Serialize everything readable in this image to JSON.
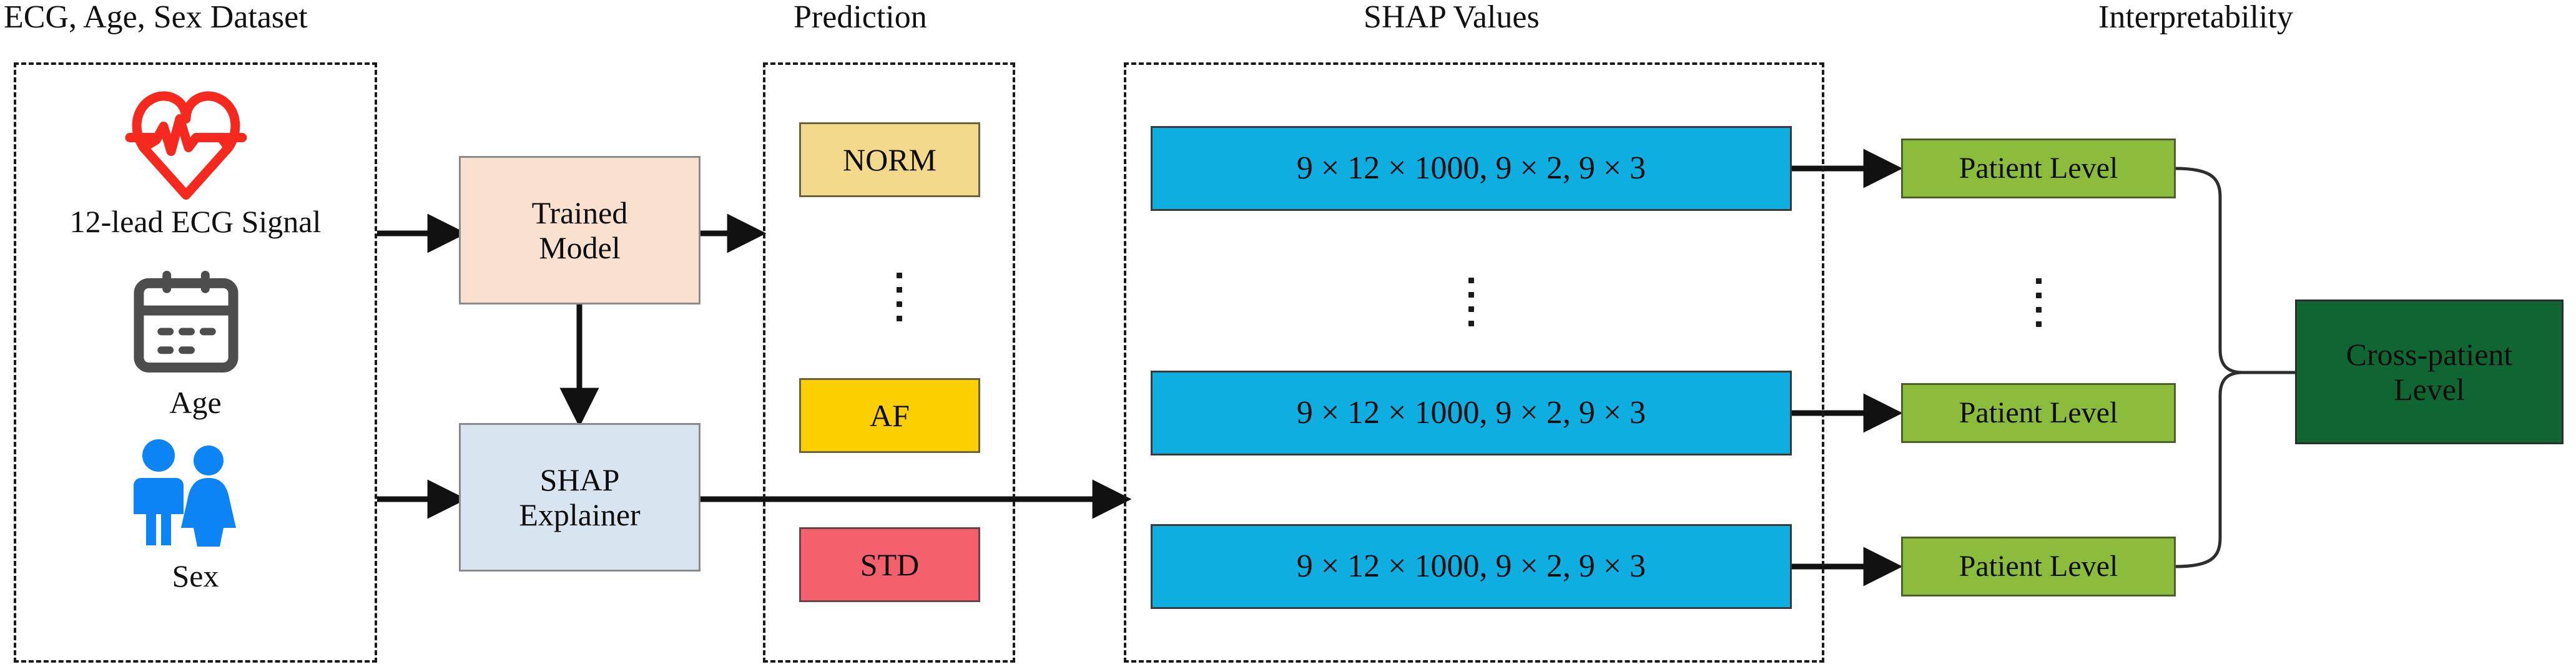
{
  "sections": [
    {
      "key": "dataset",
      "title": "ECG, Age, Sex Dataset"
    },
    {
      "key": "prediction",
      "title": "Prediction"
    },
    {
      "key": "shap_values",
      "title": "SHAP Values"
    },
    {
      "key": "interpretability",
      "title": "Interpretability"
    }
  ],
  "dataset": {
    "title": "ECG, Age, Sex Dataset",
    "items": [
      {
        "icon": "heart-pulse-icon",
        "caption": "12-lead ECG Signal",
        "color": "#F5291E"
      },
      {
        "icon": "calendar-icon",
        "caption": "Age",
        "color": "#4D4D4D"
      },
      {
        "icon": "two-people-icon",
        "caption": "Sex",
        "color": "#0D84F5"
      }
    ]
  },
  "pipeline": {
    "trained_model": {
      "label_line1": "Trained",
      "label_line2": "Model",
      "fill": "#FAE0CE",
      "border": "#8A8A8A"
    },
    "shap_explainer": {
      "label_line1": "SHAP",
      "label_line2": "Explainer",
      "fill": "#D9E4F1",
      "border": "#8A8A8A"
    }
  },
  "prediction": {
    "title": "Prediction",
    "classes": [
      {
        "label": "NORM",
        "fill": "#F2D98C",
        "border": "#6E6140"
      },
      {
        "label": "AF",
        "fill": "#FCCF00",
        "border": "#6E6140"
      },
      {
        "label": "STD",
        "fill": "#F4606C",
        "border": "#6E4248"
      }
    ],
    "ellipsis_between": "NORM and AF",
    "ellipsis_dots": 4
  },
  "shap_values": {
    "title": "SHAP Values",
    "rows": [
      {
        "label": "9 × 12 × 1000, 9 × 2, 9 × 3",
        "fill": "#0FAEE0",
        "border": "#3A3A3A"
      },
      {
        "label": "9 × 12 × 1000, 9 × 2, 9 × 3",
        "fill": "#0FAEE0",
        "border": "#3A3A3A"
      },
      {
        "label": "9 × 12 × 1000, 9 × 2, 9 × 3",
        "fill": "#0FAEE0",
        "border": "#3A3A3A"
      }
    ],
    "ellipsis_dots": 4
  },
  "interpretability": {
    "title": "Interpretability",
    "patient_levels": [
      {
        "label": "Patient Level",
        "fill": "#8CBC3C",
        "border": "#4E5F2B"
      },
      {
        "label": "Patient Level",
        "fill": "#8CBC3C",
        "border": "#4E5F2B"
      },
      {
        "label": "Patient Level",
        "fill": "#8CBC3C",
        "border": "#4E5F2B"
      }
    ],
    "ellipsis_dots": 4,
    "cross_patient": {
      "label_line1": "Cross-patient",
      "label_line2": "Level",
      "fill": "#106633",
      "border": "#2D2D2D"
    }
  },
  "colors": {
    "arrow": "#111111",
    "dashed_border": "#1a1a1a",
    "page_background": "#FFFFFF",
    "text": "#111111"
  }
}
